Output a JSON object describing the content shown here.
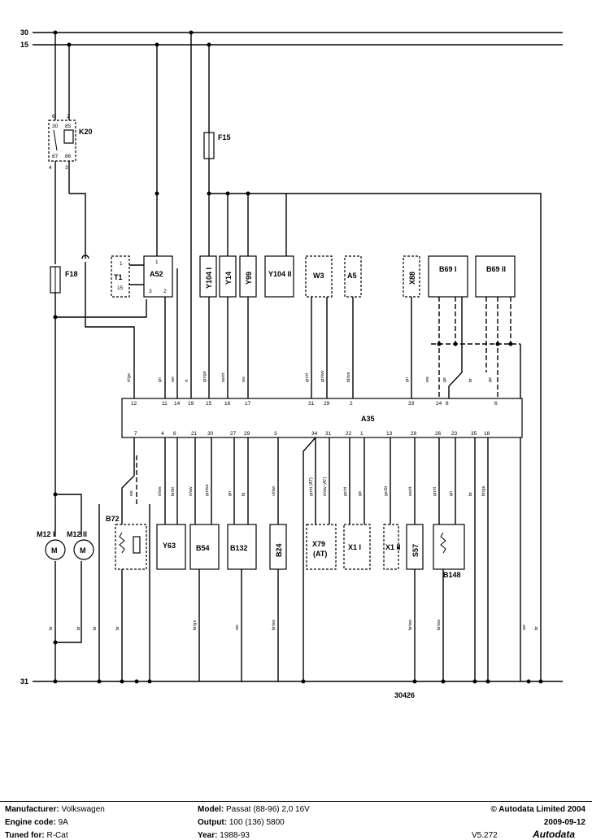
{
  "rails": {
    "top1": "30",
    "top2": "15",
    "bottom": "31"
  },
  "diagram_number": "30426",
  "components": {
    "K20": "K20",
    "F15": "F15",
    "F18": "F18",
    "T1": "T1",
    "A52": "A52",
    "Y104_1": "Y104 I",
    "Y14": "Y14",
    "Y99": "Y99",
    "Y104_2": "Y104 II",
    "W3": "W3",
    "A5": "A5",
    "X88": "X88",
    "B69_1": "B69 I",
    "B69_2": "B69 II",
    "A35": "A35",
    "B72": "B72",
    "M12_1": "M12 I",
    "M12_2": "M12 II",
    "Y63": "Y63",
    "B54": "B54",
    "B132": "B132",
    "B24": "B24",
    "X79": "X79",
    "X79_sub": "(AT)",
    "X1_1": "X1 I",
    "X1_2": "X1 II",
    "S57": "S57",
    "B148": "B148"
  },
  "top_pins": [
    "12",
    "11",
    "14",
    "19",
    "15",
    "16",
    "17",
    "31",
    "29",
    "2",
    "33",
    "24",
    "8",
    "6"
  ],
  "bottom_pins": [
    "7",
    "4",
    "6",
    "21",
    "30",
    "27",
    "29",
    "3",
    "34",
    "31",
    "22",
    "1",
    "13",
    "28",
    "26",
    "23",
    "35",
    "18"
  ],
  "top_colors": [
    "rt/ge",
    "gn",
    "sw",
    "rt",
    "gn/ge",
    "sw/rt",
    "ws",
    "gn/rt",
    "gn/ws",
    "bl/ws",
    "gn",
    "ws",
    "ge",
    "br",
    "ge"
  ],
  "bottom_colors": [
    "ws",
    "rt/ws",
    "br/bl",
    "rt/sw",
    "gn/ws",
    "gn",
    "bl",
    "vi/sw",
    "gn/rt (AT)",
    "rt/sw (AT)",
    "ge/rt",
    "ge",
    "ge/bl",
    "ws/rt",
    "gn/rt",
    "gn",
    "br",
    "br/ge"
  ],
  "lower_colors": [
    "br",
    "br",
    "br",
    "br",
    "br/ge",
    "sw",
    "br/ws",
    "br/ws",
    "br/ws",
    "sw",
    "br"
  ],
  "footer": {
    "manufacturer_label": "Manufacturer:",
    "manufacturer": "Volkswagen",
    "engine_label": "Engine code:",
    "engine": "9A",
    "tuned_label": "Tuned for:",
    "tuned": "R-Cat",
    "model_label": "Model:",
    "model": "Passat (88-96) 2,0 16V",
    "output_label": "Output:",
    "output": "100 (136) 5800",
    "year_label": "Year:",
    "year": "1988-93",
    "copyright": "© Autodata Limited 2004",
    "date": "2009-09-12",
    "version": "V5.272",
    "logo": "Autodata"
  }
}
